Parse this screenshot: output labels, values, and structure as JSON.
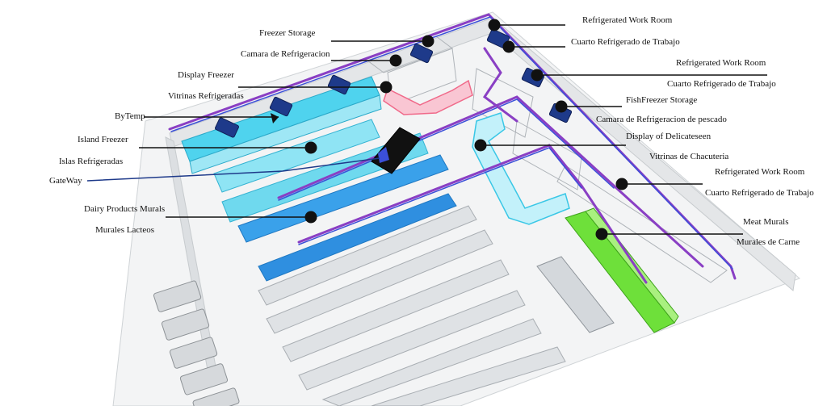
{
  "labels": {
    "freezer_storage": "Freezer Storage",
    "camara_refrigeracion": "Camara de Refrigeracion",
    "display_freezer": "Display Freezer",
    "vitrinas_refrigeradas": "Vitrinas Refrigeradas",
    "bytemp": "ByTemp",
    "island_freezer": "Island Freezer",
    "islas_refrigeradas": "Islas Refrigeradas",
    "gateway": "GateWay",
    "dairy_products_murals": "Dairy Products Murals",
    "murales_lacteos": "Murales Lacteos",
    "refrigerated_work_room_1": "Refrigerated Work Room",
    "cuarto_refrigerado_1": "Cuarto Refrigerado de Trabajo",
    "refrigerated_work_room_2": "Refrigerated Work Room",
    "cuarto_refrigerado_2": "Cuarto Refrigerado de Trabajo",
    "fishfreezer_storage": "FishFreezer Storage",
    "camara_pescado": "Camara de Refrigeracion de pescado",
    "display_delicateseen": "Display of Delicateseen",
    "vitrinas_chacuteria": "Vitrinas de Chacuteria",
    "refrigerated_work_room_3": "Refrigerated Work Room",
    "cuarto_refrigerado_3": "Cuarto Refrigerado de Trabajo",
    "meat_murals": "Meat Murals",
    "murales_carne": "Murales de Carne"
  },
  "colors": {
    "pipe_purple": "#8a3fc4",
    "pipe_blue": "#3b4fd8",
    "freezer_cyan": "#4fd3ee",
    "mural_blue": "#2f8fe0",
    "delicatessen_cyan": "#3ac7e6",
    "meat_green": "#6ee03a",
    "display_pink": "#f06a8a",
    "sensor_navy": "#1e3a8a",
    "gateway_black": "#111111",
    "shelf_gray": "#c9cdd2",
    "wall_gray": "#e4e6e8"
  },
  "icons": [
    "sensor-icon",
    "gateway-icon"
  ]
}
